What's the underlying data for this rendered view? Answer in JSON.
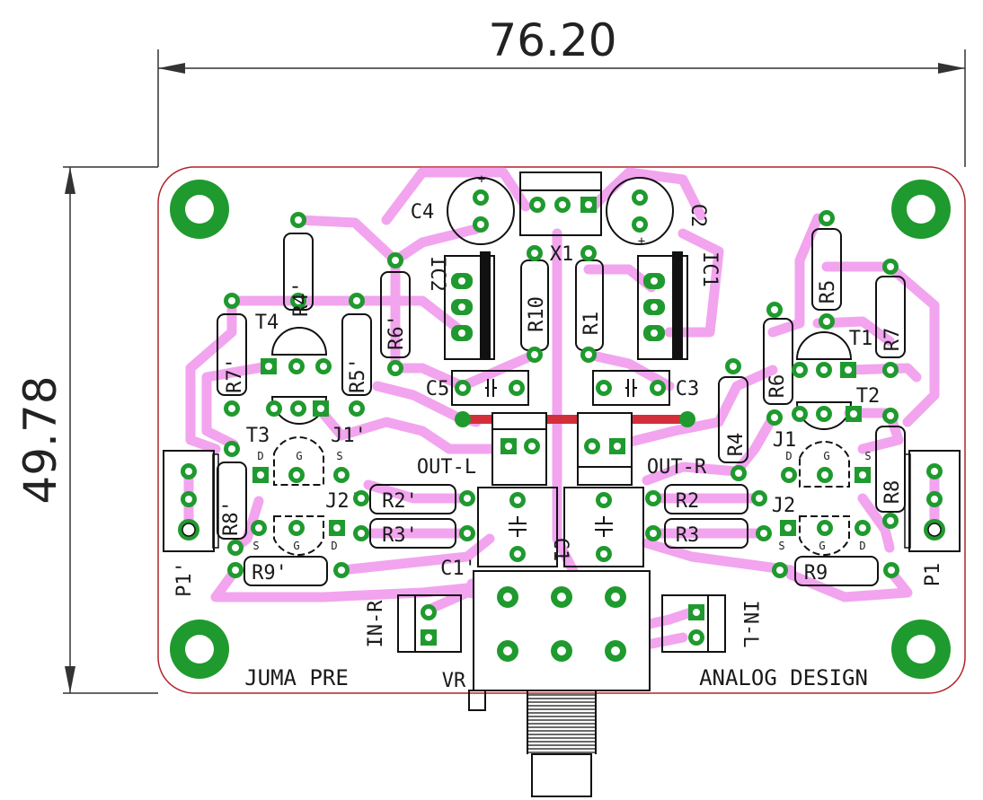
{
  "dimensions": {
    "width": "76.20",
    "height": "49.78"
  },
  "board": {
    "left_text": "JUMA PRE",
    "right_text": "ANALOG DESIGN"
  },
  "colors": {
    "outline": "#b0232a",
    "trace": "#f2a4ef",
    "pad": "#1f9a2e",
    "jumper": "#d32f3a",
    "silk": "#111111"
  },
  "labels": {
    "C4": "C4",
    "C2": "C2",
    "X1": "X1",
    "IC2": "IC2",
    "IC1": "IC1",
    "R10": "R10",
    "R1": "R1",
    "C5": "C5",
    "C3": "C3",
    "R4p": "R4'",
    "R6p": "R6'",
    "T4": "T4",
    "R7p": "R7'",
    "R5p": "R5'",
    "T3": "T3",
    "J1p": "J1'",
    "J2p": "J2'",
    "R8p": "R8'",
    "P1p": "P1'",
    "R9p": "R9'",
    "R2p": "R2'",
    "R3p": "R3'",
    "C1p": "C1'",
    "C1": "C1",
    "OUTL": "OUT-L",
    "OUTR": "OUT-R",
    "INR": "IN-R",
    "INL": "IN-L",
    "VR": "VR",
    "R5": "R5",
    "R7": "R7",
    "R6": "R6",
    "T1": "T1",
    "T2": "T2",
    "R4": "R4",
    "J1": "J1",
    "R8": "R8",
    "J2": "J2",
    "P1": "P1",
    "R9": "R9",
    "R2": "R2",
    "R3": "R3"
  },
  "pins": {
    "D": "D",
    "G": "G",
    "S": "S",
    "plus": "+"
  }
}
